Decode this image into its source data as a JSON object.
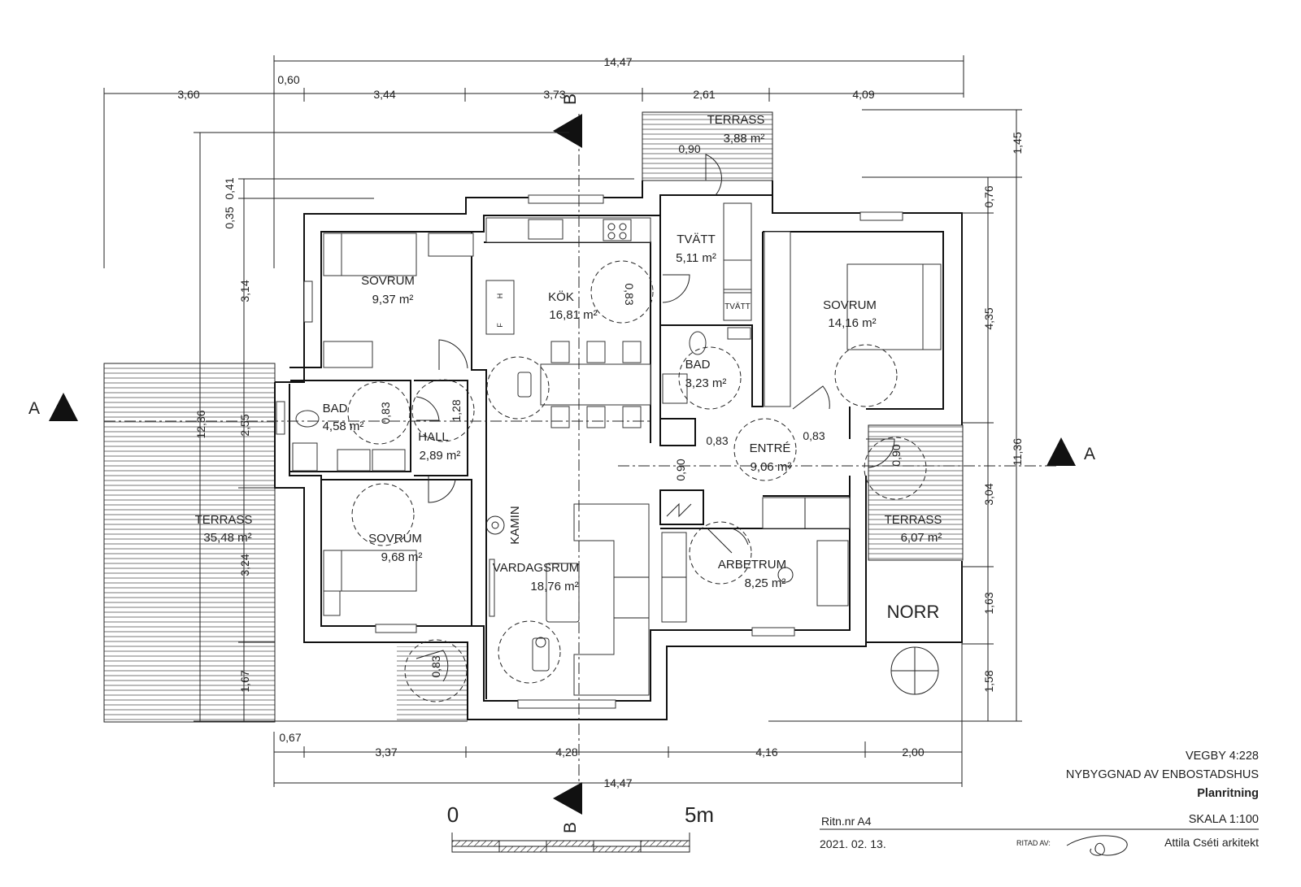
{
  "top_dimensions": {
    "overall": "14,47",
    "offset": "0,60",
    "segments": [
      "3,60",
      "3,44",
      "3,73",
      "2,61",
      "4,09"
    ]
  },
  "bottom_dimensions": {
    "overall": "14,47",
    "offset": "0,67",
    "segments": [
      "3,37",
      "4,28",
      "4,16",
      "2,00"
    ]
  },
  "left_dimensions": {
    "overall": "12,36",
    "segments": [
      "0,41",
      "0,35",
      "3,14",
      "2,55",
      "3,24",
      "1,67"
    ]
  },
  "right_dimensions": {
    "overall": "11,36",
    "segments": [
      "1,45",
      "0,76",
      "4,35",
      "3,04",
      "1,63",
      "1,58"
    ]
  },
  "door_widths": [
    "0,90",
    "0,83",
    "1,28",
    "0,83",
    "0,83",
    "0,83",
    "0,90",
    "0,90",
    "0,83"
  ],
  "rooms": [
    {
      "name": "TERRASS",
      "area": "3,88 m²"
    },
    {
      "name": "TVÄTT",
      "area": "5,11 m²"
    },
    {
      "name": "SOVRUM",
      "area": "9,37 m²"
    },
    {
      "name": "KÖK",
      "area": "16,81 m²"
    },
    {
      "name": "SOVRUM",
      "area": "14,16 m²"
    },
    {
      "name": "BAD",
      "area": "4,58 m²"
    },
    {
      "name": "HALL",
      "area": "2,89 m²"
    },
    {
      "name": "BAD",
      "area": "3,23 m²"
    },
    {
      "name": "ENTRÉ",
      "area": "9,06 m²"
    },
    {
      "name": "TERRASS",
      "area": "35,48 m²"
    },
    {
      "name": "SOVRUM",
      "area": "9,68 m²"
    },
    {
      "name": "VARDAGSRUM",
      "area": "18,76 m²"
    },
    {
      "name": "ARBETRUM",
      "area": "8,25 m²"
    },
    {
      "name": "TERRASS",
      "area": "6,07 m²"
    }
  ],
  "labels": {
    "kamin": "KAMIN",
    "tvatt_machine": "TVÄTT",
    "fridge_f": "F",
    "fridge_h": "H",
    "north": "NORR"
  },
  "sections": {
    "a": "A",
    "b": "B"
  },
  "scale_bar": {
    "start": "0",
    "end": "5m"
  },
  "title_block": {
    "property": "VEGBY 4:228",
    "project": "NYBYGGNAD AV ENBOSTADSHUS",
    "drawing": "Planritning",
    "drawing_number": "Ritn.nr A4",
    "scale": "SKALA  1:100",
    "date": "2021. 02. 13.",
    "drawn_by_label": "RITAD AV:",
    "architect": "Attila Cséti arkitekt"
  }
}
